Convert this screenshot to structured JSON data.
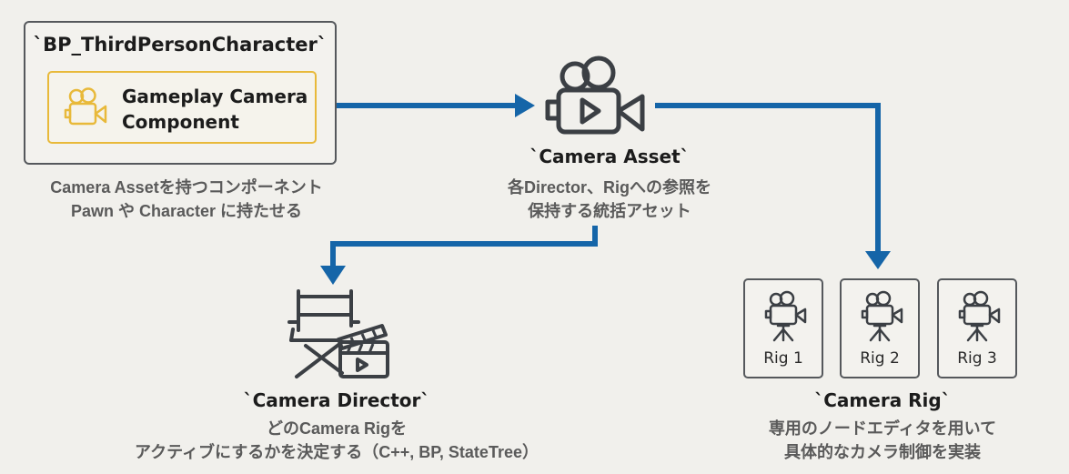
{
  "component": {
    "outer_title": "`BP_ThirdPersonCharacter`",
    "inner_label_line1": "Gameplay Camera",
    "inner_label_line2": "Component",
    "caption_line1": "Camera Assetを持つコンポーネント",
    "caption_line2": "Pawn や Character に持たせる",
    "icon": "movie-camera-icon"
  },
  "asset": {
    "title": "`Camera Asset`",
    "caption_line1": "各Director、Rigへの参照を",
    "caption_line2": "保持する統括アセット",
    "icon": "movie-camera-play-icon"
  },
  "director": {
    "title": "`Camera Director`",
    "caption_line1": "どのCamera Rigを",
    "caption_line2": "アクティブにするかを決定する（C++, BP, StateTree）",
    "icon": "director-chair-clapperboard-icon"
  },
  "rig": {
    "title": "`Camera Rig`",
    "caption_line1": "専用のノードエディタを用いて",
    "caption_line2": "具体的なカメラ制御を実装",
    "items": [
      {
        "label": "Rig 1",
        "icon": "camera-tripod-icon"
      },
      {
        "label": "Rig 2",
        "icon": "camera-tripod-icon"
      },
      {
        "label": "Rig 3",
        "icon": "camera-tripod-icon"
      }
    ]
  },
  "colors": {
    "arrow": "#1565a8",
    "component_border": "#e8b93a",
    "icon_stroke": "#3b3f44",
    "background": "#f1f0ec"
  }
}
